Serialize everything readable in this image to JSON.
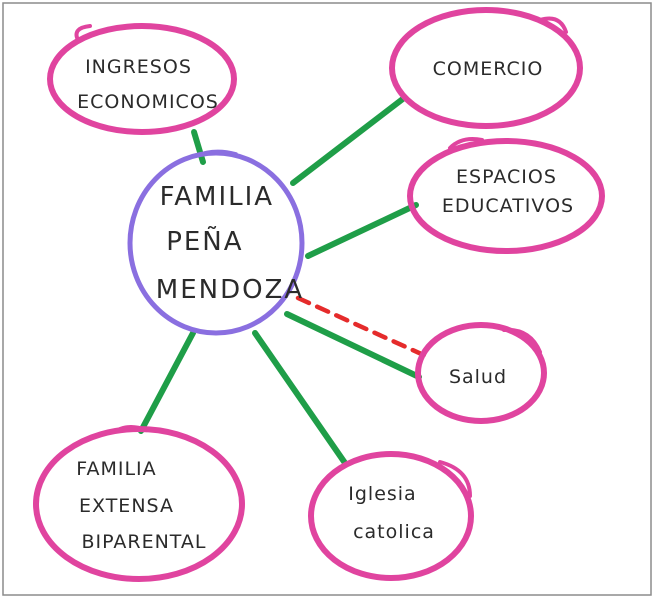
{
  "colors": {
    "center_outline": "#8a6fe0",
    "outer_outline": "#e0449f",
    "strong_link": "#1f9e48",
    "stressful_link": "#e52b2b",
    "ink": "#2b2b2b",
    "paper": "#ffffff",
    "frame": "#8c8c8c"
  },
  "diagram": {
    "center": {
      "line1": "FAMILIA",
      "line2": "PEÑA",
      "line3": "MENDOZA"
    },
    "nodes": {
      "ingresos": {
        "line1": "INGRESOS",
        "line2": "ECONOMICOS"
      },
      "comercio": {
        "line1": "COMERCIO"
      },
      "espacios": {
        "line1": "ESPACIOS",
        "line2": "EDUCATIVOS"
      },
      "salud": {
        "line1": "Salud"
      },
      "iglesia": {
        "line1": "Iglesia",
        "line2": "catolica"
      },
      "familia_extensa": {
        "line1": "FAMILIA",
        "line2": "EXTENSA",
        "line3": "BIPARENTAL"
      }
    },
    "connections": [
      {
        "to": "ingresos",
        "type": "strong"
      },
      {
        "to": "comercio",
        "type": "strong"
      },
      {
        "to": "espacios",
        "type": "strong"
      },
      {
        "to": "salud",
        "type": "strong"
      },
      {
        "to": "salud",
        "type": "stressful"
      },
      {
        "to": "iglesia",
        "type": "strong"
      },
      {
        "to": "familia_extensa",
        "type": "strong"
      }
    ]
  }
}
